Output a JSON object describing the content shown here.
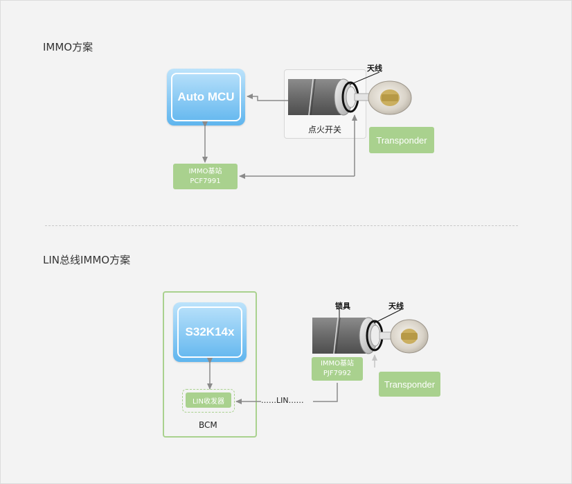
{
  "sections": {
    "immo": {
      "heading": "IMMO方案",
      "mcu_label": "Auto MCU",
      "base_station": {
        "line1": "IMMO基站",
        "line2": "PCF7991"
      },
      "transponder": "Transponder",
      "antenna_label": "天线",
      "ignition_label": "点火开关"
    },
    "lin": {
      "heading": "LIN总线IMMO方案",
      "mcu_label": "S32K14x",
      "transceiver": "LIN收发器",
      "bcm_label": "BCM",
      "bus_label": "……LIN……",
      "base_station": {
        "line1": "IMMO基站",
        "line2": "PJF7992"
      },
      "transponder": "Transponder",
      "antenna_label": "天线",
      "lock_label": "锁具"
    }
  },
  "colors": {
    "mcu_blue": "#5fb5ee",
    "box_green": "#a9d18e",
    "arrow_gray": "#8a8a8a"
  }
}
